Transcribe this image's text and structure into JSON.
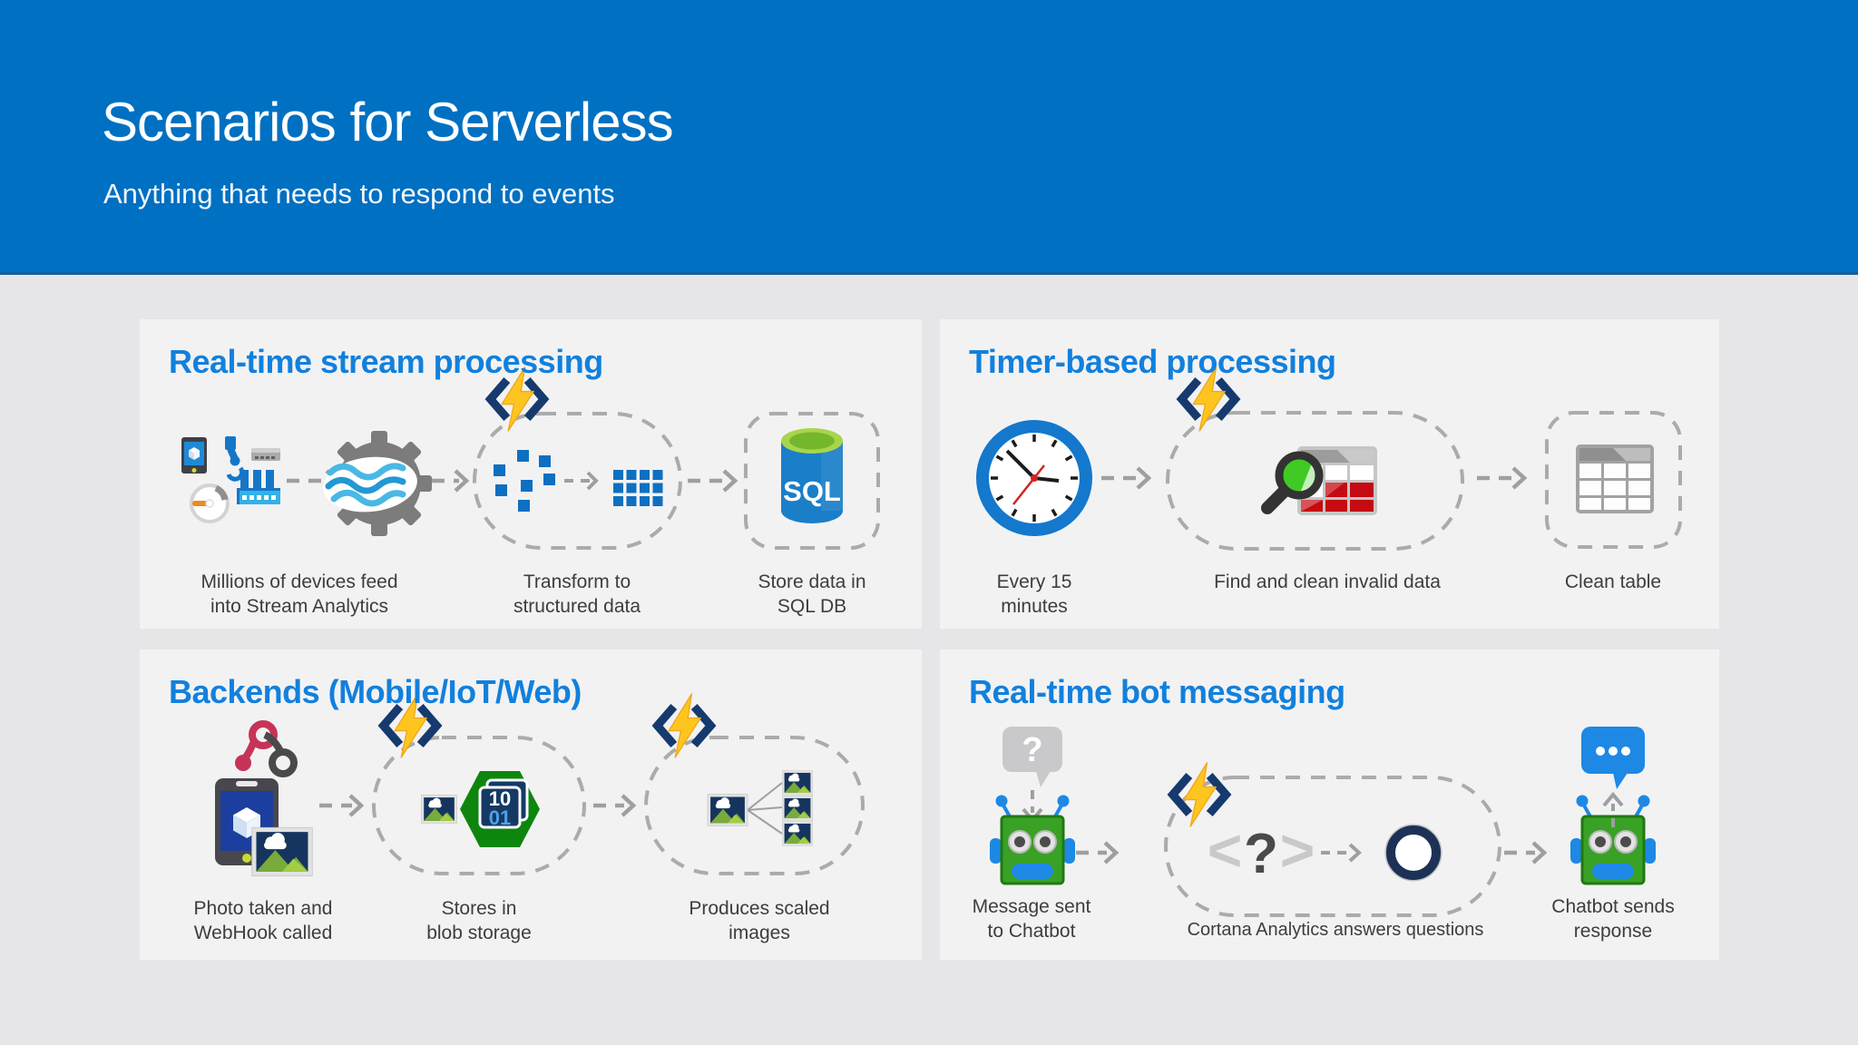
{
  "header": {
    "title": "Scenarios for Serverless",
    "subtitle": "Anything that needs to respond to events"
  },
  "panels": [
    {
      "id": "stream",
      "title": "Real-time stream processing",
      "captions": [
        "Millions of devices feed\ninto Stream Analytics",
        "Transform to\nstructured data",
        "Store data in\nSQL DB"
      ]
    },
    {
      "id": "timer",
      "title": "Timer-based processing",
      "captions": [
        "Every 15\nminutes",
        "Find and clean invalid data",
        "Clean table"
      ]
    },
    {
      "id": "backends",
      "title": "Backends (Mobile/IoT/Web)",
      "captions": [
        "Photo taken and\nWebHook called",
        "Stores in\nblob storage",
        "Produces scaled\nimages"
      ]
    },
    {
      "id": "bot",
      "title": "Real-time bot messaging",
      "captions": [
        "Message sent\nto Chatbot",
        "Cortana Analytics answers questions",
        "Chatbot sends\nresponse"
      ]
    }
  ],
  "icons": {
    "sql_label": "SQL",
    "binary_line1": "10",
    "binary_line2": "01",
    "question_mark": "?",
    "code_left": "<",
    "code_question": "?",
    "code_right": ">"
  },
  "colors": {
    "header_blue": "#0070c2",
    "panel_bg": "#f2f2f3",
    "page_bg": "#e6e6e8",
    "panel_title_blue": "#1280dd",
    "caption_gray": "#3d3d3d",
    "dash_gray": "#9f9f9f",
    "functions_bolt_yellow": "#ffc51f",
    "functions_bracket_navy": "#163a6e",
    "azure_square_blue": "#0f6fc0",
    "sql_body_blue": "#1b7ec8",
    "sql_top_green": "#a8d54b",
    "clock_ring_blue": "#1478cc",
    "invalid_cell_red": "#c60a12",
    "lens_green": "#3fcb23",
    "blob_hex_green": "#0e860e",
    "robot_green": "#39a125",
    "bot_blue": "#1e88e5",
    "webhook_crimson": "#c73357",
    "cortana_navy": "#1d3156"
  }
}
